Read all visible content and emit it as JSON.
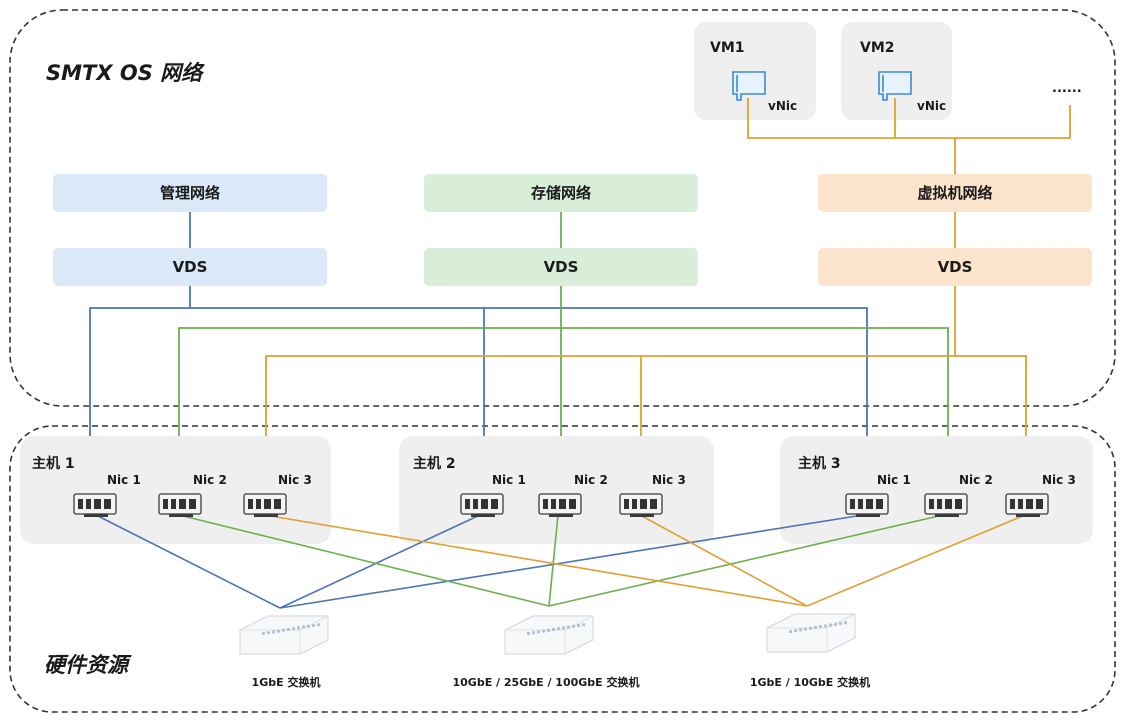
{
  "regions": {
    "os_title": "SMTX OS 网络",
    "hw_title": "硬件资源"
  },
  "vms": [
    {
      "name": "VM1",
      "nic_label": "vNic"
    },
    {
      "name": "VM2",
      "nic_label": "vNic"
    }
  ],
  "vm_more": "......",
  "networks": [
    {
      "label": "管理网络",
      "vds_label": "VDS",
      "fill": "#dbe8f8",
      "line": "#4a76b8"
    },
    {
      "label": "存储网络",
      "vds_label": "VDS",
      "fill": "#d9eed8",
      "line": "#6ab04c"
    },
    {
      "label": "虚拟机网络",
      "vds_label": "VDS",
      "fill": "#fce3cc",
      "line": "#e0a030"
    }
  ],
  "hosts": [
    {
      "name": "主机 1",
      "nics": [
        "Nic 1",
        "Nic 2",
        "Nic 3"
      ]
    },
    {
      "name": "主机 2",
      "nics": [
        "Nic 1",
        "Nic 2",
        "Nic 3"
      ]
    },
    {
      "name": "主机 3",
      "nics": [
        "Nic 1",
        "Nic 2",
        "Nic 3"
      ]
    }
  ],
  "switches": [
    {
      "label": "1GbE 交换机"
    },
    {
      "label": "10GbE / 25GbE / 100GbE 交换机"
    },
    {
      "label": "1GbE / 10GbE 交换机"
    }
  ],
  "colors": {
    "management": "#4a76b8",
    "storage": "#6ab04c",
    "vm": "#e0a030",
    "host_bg": "#efefef",
    "vm_bg": "#efefef",
    "border": "#333333"
  }
}
